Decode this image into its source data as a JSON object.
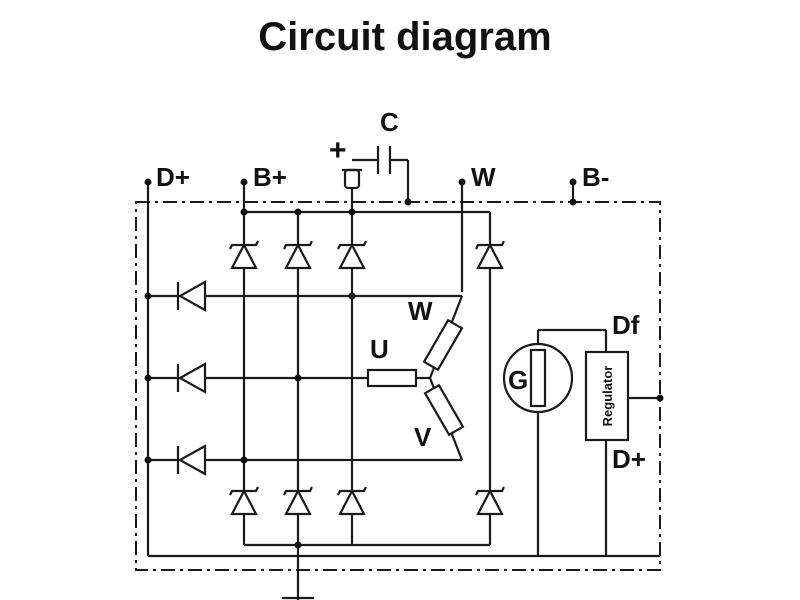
{
  "title": "Circuit diagram",
  "terminals": {
    "d_plus_top": "D+",
    "b_plus": "B+",
    "w_top": "W",
    "b_minus": "B-",
    "capacitor": "C",
    "plus_sign": "+"
  },
  "windings": {
    "u": "U",
    "v": "V",
    "w": "W"
  },
  "generator": "G",
  "regulator": {
    "label": "Regulator",
    "df": "Df",
    "d_plus": "D+"
  },
  "colors": {
    "ink": "#1a1a1a",
    "background": "#ffffff"
  }
}
